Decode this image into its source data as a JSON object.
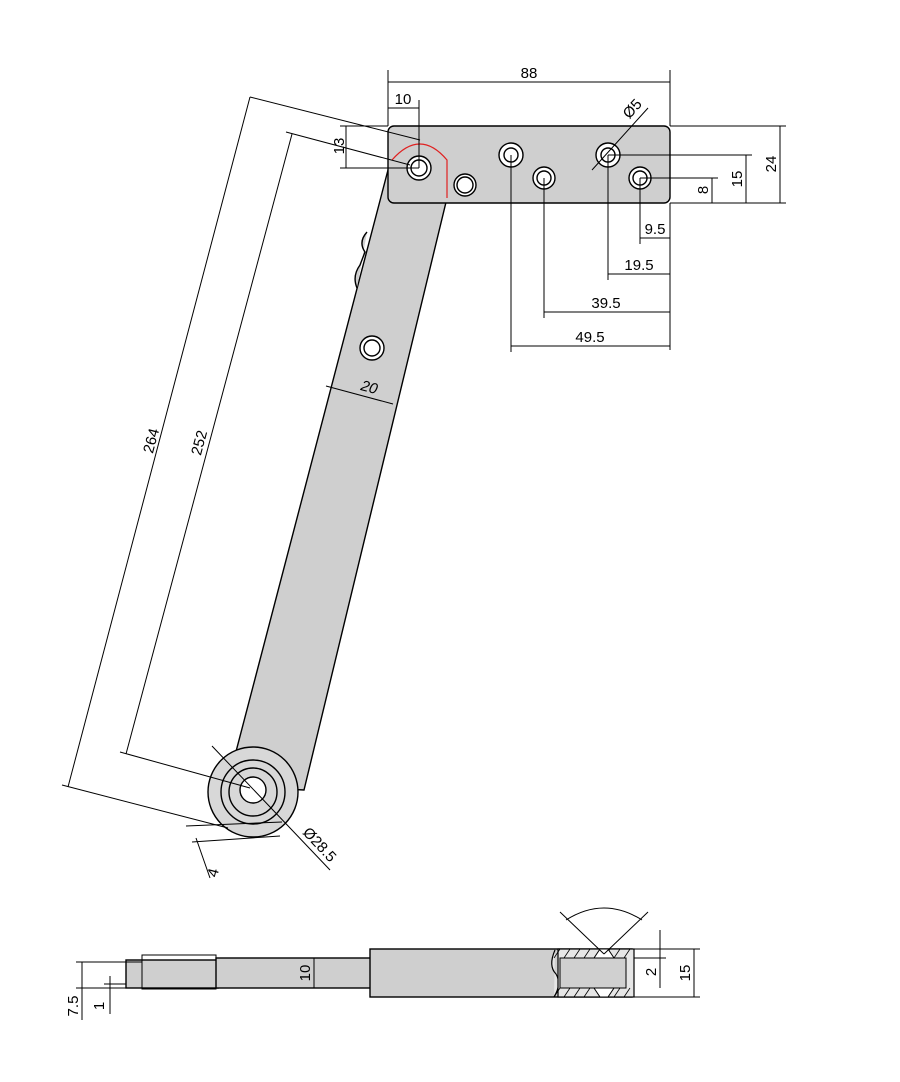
{
  "drawing": {
    "dimensions": {
      "plate_length": "88",
      "plate_hole_offset_x": "10",
      "plate_hole_offset_y": "13",
      "hole_diameter": "Ø5",
      "plate_height": "24",
      "plate_hole_height_15": "15",
      "plate_hole_height_8": "8",
      "hole_pos_9_5": "9.5",
      "hole_pos_19_5": "19.5",
      "hole_pos_39_5": "39.5",
      "hole_pos_49_5": "49.5",
      "arm_width": "20",
      "arm_length_overall": "264",
      "arm_length_centers": "252",
      "roller_diameter": "Ø28.5",
      "roller_offset": "4"
    },
    "side_view": {
      "angle": "90°",
      "arm_thickness": "10",
      "end_height_15": "15",
      "end_height_2": "2",
      "left_height_7_5": "7.5",
      "left_height_1": "1"
    }
  }
}
